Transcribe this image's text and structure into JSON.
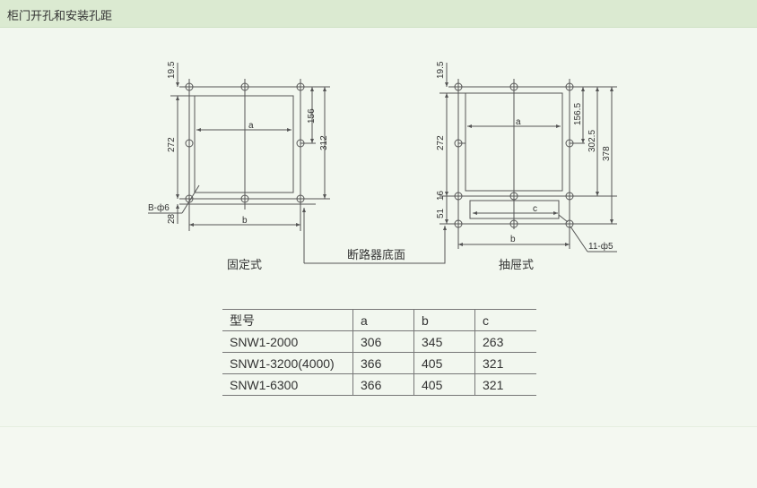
{
  "header": {
    "title": "柜门开孔和安装孔距"
  },
  "diagram": {
    "fixed": {
      "label": "固定式",
      "dim_top": "19.5",
      "dim_left": "272",
      "dim_bottom": "28",
      "dim_right1": "156",
      "dim_right2": "312",
      "a": "a",
      "b": "b",
      "holes": "B-ф6"
    },
    "drawout": {
      "label": "抽屉式",
      "dim_top": "19.5",
      "dim_left": "272",
      "dim_16": "16",
      "dim_51": "51",
      "dim_right1": "156.5",
      "dim_right2": "302.5",
      "dim_right3": "378",
      "a": "a",
      "b": "b",
      "c": "c",
      "holes": "11-ф5"
    },
    "connector_label": "断路器底面"
  },
  "table": {
    "headers": [
      "型号",
      "a",
      "b",
      "c"
    ],
    "rows": [
      [
        "SNW1-2000",
        "306",
        "345",
        "263"
      ],
      [
        "SNW1-3200(4000)",
        "366",
        "405",
        "321"
      ],
      [
        "SNW1-6300",
        "366",
        "405",
        "321"
      ]
    ]
  }
}
